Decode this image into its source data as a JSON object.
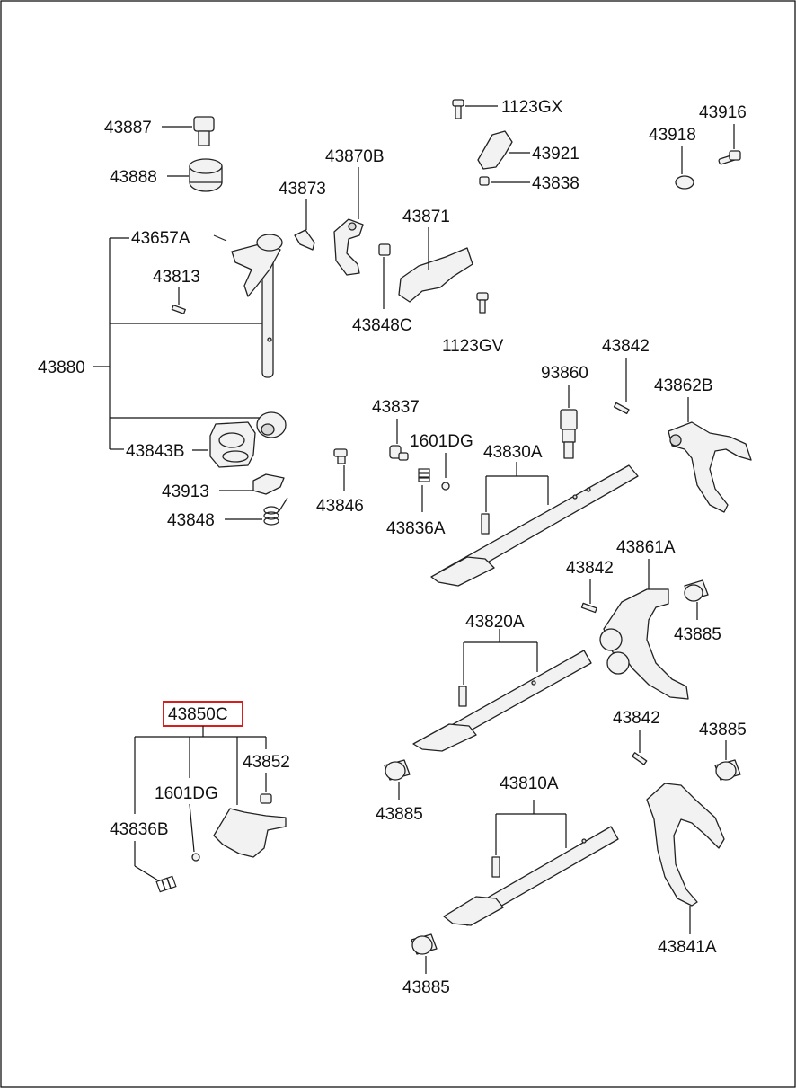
{
  "labels": {
    "p43887": "43887",
    "p43888": "43888",
    "p43657A": "43657A",
    "p43813": "43813",
    "p43880": "43880",
    "p43843B": "43843B",
    "p43913": "43913",
    "p43848": "43848",
    "p43873": "43873",
    "p43870B": "43870B",
    "p43848C": "43848C",
    "p43871": "43871",
    "p1123GV": "1123GV",
    "p1123GX": "1123GX",
    "p43921": "43921",
    "p43838": "43838",
    "p43916": "43916",
    "p43918": "43918",
    "p43846": "43846",
    "p43837": "43837",
    "p1601DG_a": "1601DG",
    "p43836A": "43836A",
    "p43830A": "43830A",
    "p93860": "93860",
    "p43842_a": "43842",
    "p43862B": "43862B",
    "p43842_b": "43842",
    "p43861A": "43861A",
    "p43885_a": "43885",
    "p43820A": "43820A",
    "p43850C": "43850C",
    "p43852": "43852",
    "p1601DG_b": "1601DG",
    "p43836B": "43836B",
    "p43885_b": "43885",
    "p43842_c": "43842",
    "p43885_c": "43885",
    "p43810A": "43810A",
    "p43885_d": "43885",
    "p43841A": "43841A"
  },
  "highlight_color": "#d62020"
}
